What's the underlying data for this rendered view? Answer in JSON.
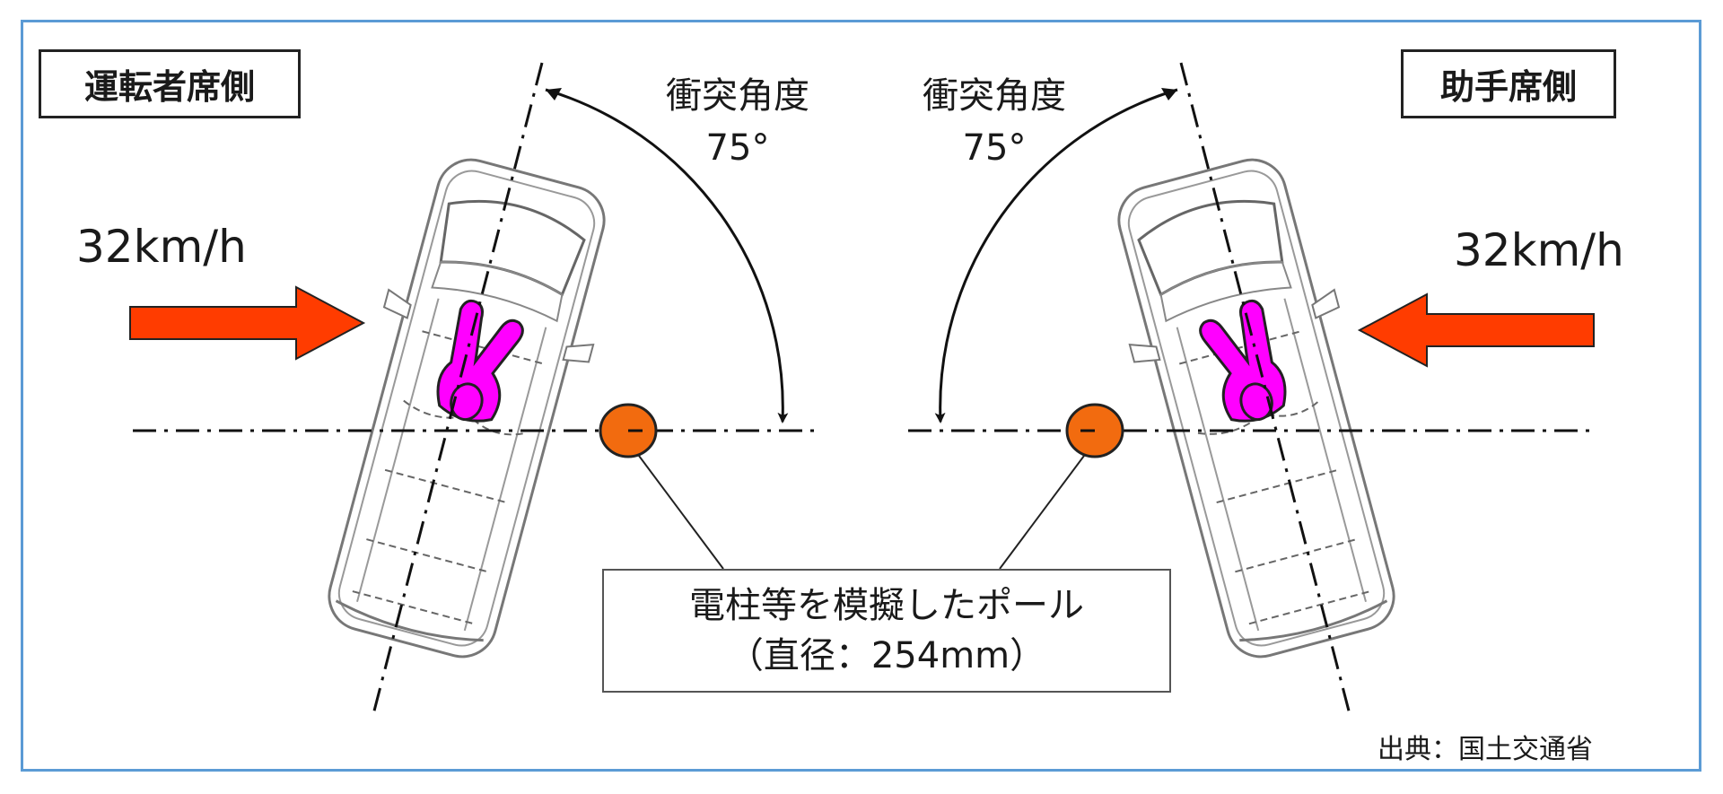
{
  "diagram": {
    "title_left": "運転者席側",
    "title_right": "助手席側",
    "left": {
      "speed": "32km/h",
      "angle_label": "衝突角度",
      "angle_value": "75°",
      "arrow_direction": "right"
    },
    "right": {
      "speed": "32km/h",
      "angle_label": "衝突角度",
      "angle_value": "75°",
      "arrow_direction": "left"
    },
    "pole_label": {
      "line1": "電柱等を模擬したポール",
      "line2": "（直径：254mm）"
    },
    "source": "出典：国土交通省",
    "colors": {
      "frame": "#5b9bd5",
      "arrow": "#ff3c00",
      "pole": "#f26b0f",
      "occupant": "#ff00ff"
    }
  }
}
